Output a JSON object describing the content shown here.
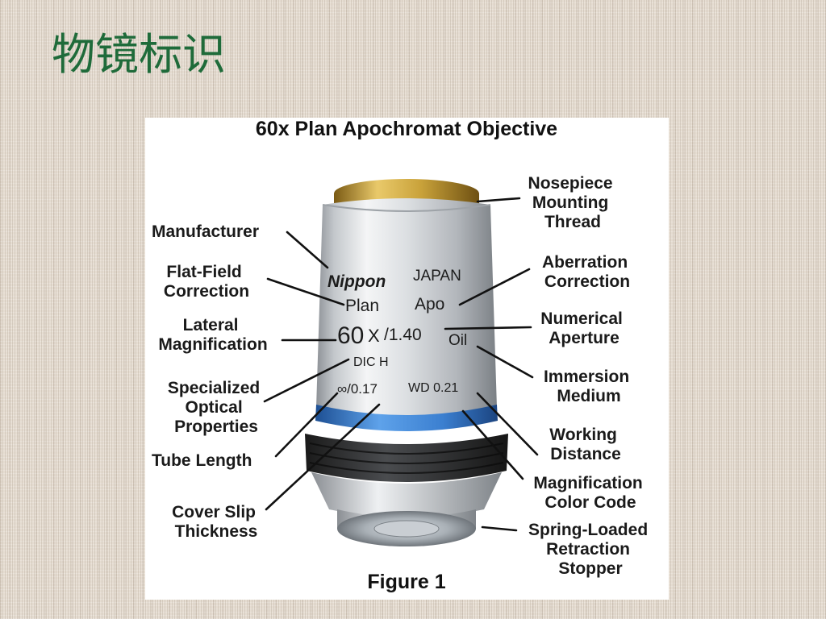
{
  "slide": {
    "title": "物镜标识"
  },
  "figure": {
    "title": "60x Plan Apochromat Objective",
    "caption": "Figure 1",
    "engravings": {
      "manufacturer": "Nippon",
      "country": "JAPAN",
      "plan": "Plan",
      "apo": "Apo",
      "magnification": "60",
      "mag_suffix": "X",
      "aperture": "/1.40",
      "immersion": "Oil",
      "dic": "DIC H",
      "tube_coverslip": "∞/0.17",
      "working_distance": "WD 0.21"
    },
    "labels": {
      "left": [
        [
          "Manufacturer"
        ],
        [
          "Flat-Field",
          "Correction"
        ],
        [
          "Lateral",
          "Magnification"
        ],
        [
          "Specialized",
          "Optical",
          "Properties"
        ],
        [
          "Tube Length"
        ],
        [
          "Cover Slip",
          "Thickness"
        ]
      ],
      "right": [
        [
          "Nosepiece",
          "Mounting",
          "Thread"
        ],
        [
          "Aberration",
          "Correction"
        ],
        [
          "Numerical",
          "Aperture"
        ],
        [
          "Immersion",
          "Medium"
        ],
        [
          "Working",
          "Distance"
        ],
        [
          "Magnification",
          "Color Code"
        ],
        [
          "Spring-Loaded",
          "Retraction",
          "Stopper"
        ]
      ]
    },
    "colors": {
      "gold_thread": "#c9a23a",
      "color_band": "#3b7fd0",
      "body_metal": "#c8ccd0"
    }
  }
}
